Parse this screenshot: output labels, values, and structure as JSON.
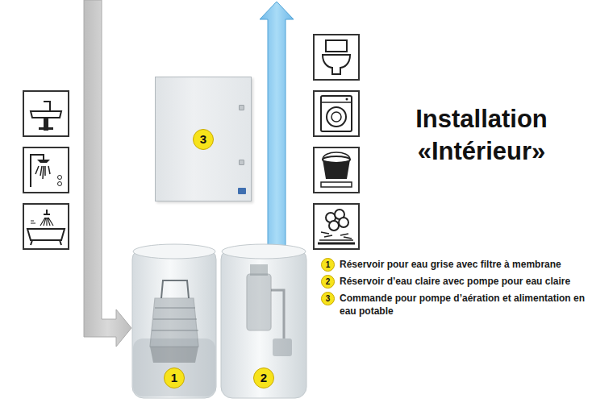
{
  "diagram": {
    "title": "Installation «Intérieur»",
    "nodes": [
      {
        "text": [
          "3"
        ]
      },
      {
        "text": [
          "1"
        ]
      },
      {
        "text": [
          "2"
        ]
      }
    ],
    "labels": [
      "1",
      "Réservoir pour eau grise avec filtre à membrane",
      "2",
      "Réservoir d’eau claire avec pompe pour eau claire",
      "3",
      "Commande pour pompe d’aération et alimentation en eau potable"
    ]
  }
}
